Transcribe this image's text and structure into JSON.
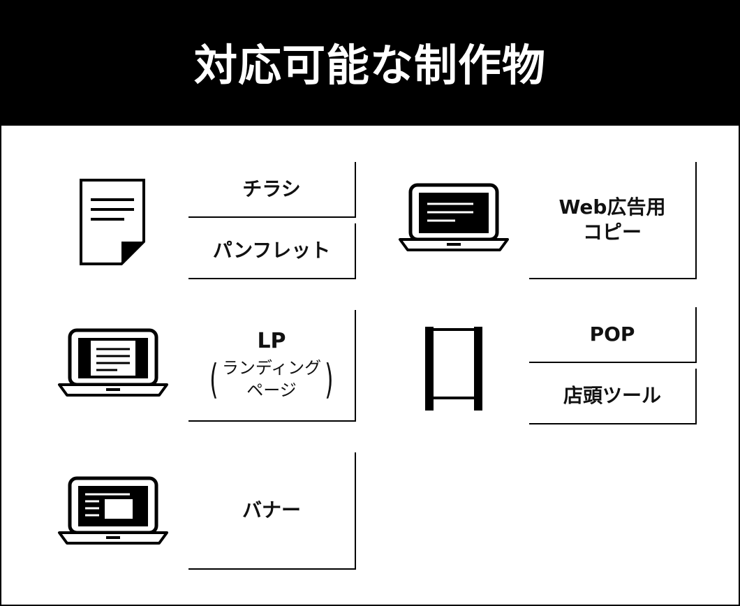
{
  "header": {
    "title": "対応可能な制作物"
  },
  "items": {
    "flyer": "チラシ",
    "pamphlet": "パンフレット",
    "web_ad_copy_line1": "Web広告用",
    "web_ad_copy_line2": "コピー",
    "lp": "LP",
    "lp_sub_line1": "ランディング",
    "lp_sub_line2": "ページ",
    "pop": "POP",
    "store_tool": "店頭ツール",
    "banner": "バナー"
  },
  "icons": {
    "document": "document-icon",
    "laptop_text": "laptop-text-icon",
    "laptop_page": "laptop-page-icon",
    "stand": "signboard-stand-icon",
    "laptop_banner": "laptop-banner-icon"
  }
}
